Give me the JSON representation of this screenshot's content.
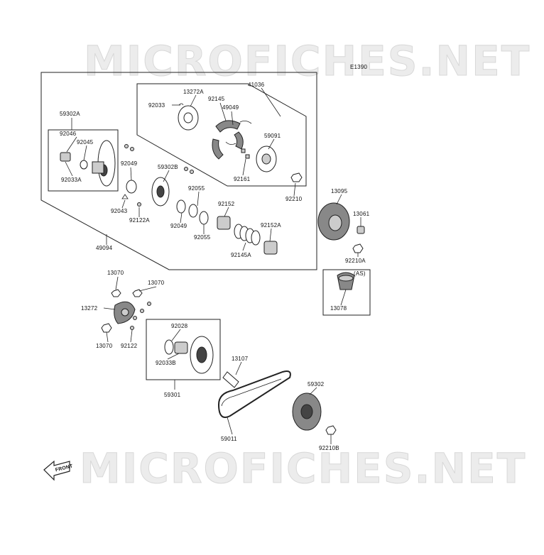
{
  "watermark_top": "MICROFICHES.NET",
  "watermark_bottom": "MICROFICHES.NET",
  "diagram_code": "E1390",
  "front_label": "FRONT",
  "labels": {
    "p41036": "41036",
    "p13272A": "13272A",
    "p92145": "92145",
    "p92033": "92033",
    "p49049": "49049",
    "p59091": "59091",
    "p92161": "92161",
    "p59302A": "59302A",
    "p92046": "92046",
    "p92045": "92045",
    "p92033A": "92033A",
    "p92049a": "92049",
    "p59302B": "59302B",
    "p92055a": "92055",
    "p92152": "92152",
    "p92210": "92210",
    "p92043": "92043",
    "p92122A": "92122A",
    "p92049b": "92049",
    "p92055b": "92055",
    "p92152A": "92152A",
    "p92145A": "92145A",
    "p49094": "49094",
    "p13095": "13095",
    "p13061": "13061",
    "p92210A": "92210A",
    "pAS": "(AS)",
    "p13078": "13078",
    "p13070a": "13070",
    "p13070b": "13070",
    "p13272": "13272",
    "p13070c": "13070",
    "p92122": "92122",
    "p92028": "92028",
    "p92033B": "92033B",
    "p59301": "59301",
    "p13107": "13107",
    "p59302": "59302",
    "p59011": "59011",
    "p92210B": "92210B"
  }
}
